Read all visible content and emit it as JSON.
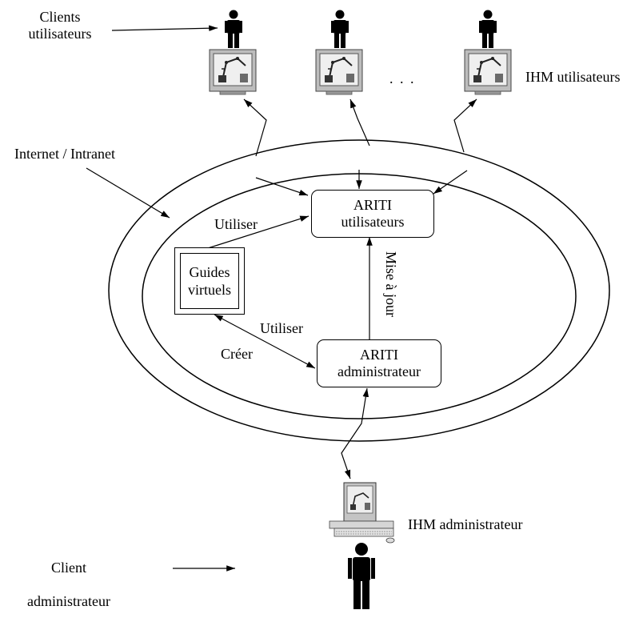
{
  "labels": {
    "clients_users": [
      "Clients",
      "utilisateurs"
    ],
    "ihm_users": "IHM utilisateurs",
    "ellipsis": ". . .",
    "network": "Internet / Intranet",
    "use_top": "Utiliser",
    "use_bottom": "Utiliser",
    "create": "Créer",
    "update": "Mise à jour",
    "ihm_admin": "IHM administrateur",
    "client_admin": [
      "Client",
      "administrateur"
    ]
  },
  "boxes": {
    "ariti_users": [
      "ARITI",
      "utilisateurs"
    ],
    "guides": [
      "Guides",
      "virtuels"
    ],
    "ariti_admin": [
      "ARITI",
      "administrateur"
    ]
  },
  "colors": {
    "line": "#000000",
    "screen_frame": "#c9c9c9",
    "screen_bg": "#ececec"
  },
  "icons": [
    "user-figure-icon",
    "monitor-robot-icon",
    "computer-workstation-icon"
  ]
}
